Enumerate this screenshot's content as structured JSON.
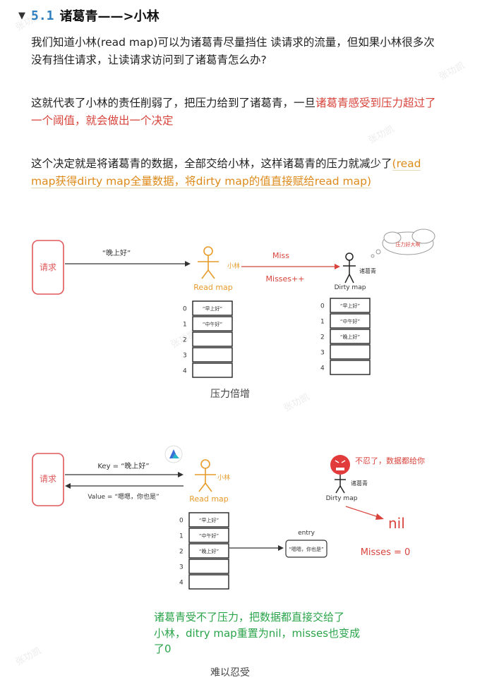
{
  "heading": {
    "number": "5.1",
    "title": "诸葛青——>小林"
  },
  "p1": "我们知道小林(read map)可以为诸葛青尽量挡住 读请求的流量，但如果小林很多次没有挡住请求，让读请求访问到了诸葛青怎么办?",
  "p2": {
    "plain": "这就代表了小林的责任削弱了，把压力给到了诸葛青，一旦",
    "red": "诸葛青感受到压力超过了一个阈值，就会做出一个决定"
  },
  "p3": {
    "plain": "这个决定就是将诸葛青的数据，全部交给小林，这样诸葛青的压力就减少了",
    "orange": "(read map获得dirty map全量数据，将dirty map的值直接赋给read map)"
  },
  "fig1": {
    "request": "请求",
    "query": "“晚上好”",
    "xiaolin": "小林",
    "read_map": "Read map",
    "miss": "Miss",
    "misses_inc": "Misses++",
    "zhugeqing": "诸葛青",
    "dirty_map": "Dirty map",
    "cloud": "压力好大啊",
    "read_rows": [
      {
        "idx": "0",
        "val": "“早上好”"
      },
      {
        "idx": "1",
        "val": "“中午好”"
      },
      {
        "idx": "2",
        "val": ""
      },
      {
        "idx": "3",
        "val": ""
      },
      {
        "idx": "4",
        "val": ""
      }
    ],
    "dirty_rows": [
      {
        "idx": "0",
        "val": "“早上好”"
      },
      {
        "idx": "1",
        "val": "“中午好”"
      },
      {
        "idx": "2",
        "val": "“晚上好”"
      },
      {
        "idx": "3",
        "val": ""
      },
      {
        "idx": "4",
        "val": ""
      }
    ],
    "caption": "压力倍增"
  },
  "fig2": {
    "request": "请求",
    "key": "Key = “晚上好”",
    "value": "Value = “嗯嗯，你也是”",
    "xiaolin": "小林",
    "read_map": "Read map",
    "zhugeqing": "诸葛青",
    "dirty_map": "Dirty map",
    "angry": "不忍了，数据都给你",
    "nil": "nil",
    "misses_zero": "Misses = 0",
    "entry": "entry",
    "entry_val": "“嗯嗯，你也是”",
    "read_rows": [
      {
        "idx": "0",
        "val": "“早上好”"
      },
      {
        "idx": "1",
        "val": "“中午好”"
      },
      {
        "idx": "2",
        "val": "“晚上好”"
      },
      {
        "idx": "3",
        "val": ""
      },
      {
        "idx": "4",
        "val": ""
      }
    ],
    "note_lines": [
      "诸葛青受不了压力，把数据都直接交给了",
      "小林，ditry map重置为nil，misses也变成",
      "了0"
    ],
    "caption": "难以忍受"
  },
  "watermark": "张功凯",
  "colors": {
    "accent": "#2f7fbf",
    "red": "#d8443c",
    "orange": "#de8a1a",
    "green": "#2aa44a",
    "ink_orange": "#e79b2a"
  }
}
